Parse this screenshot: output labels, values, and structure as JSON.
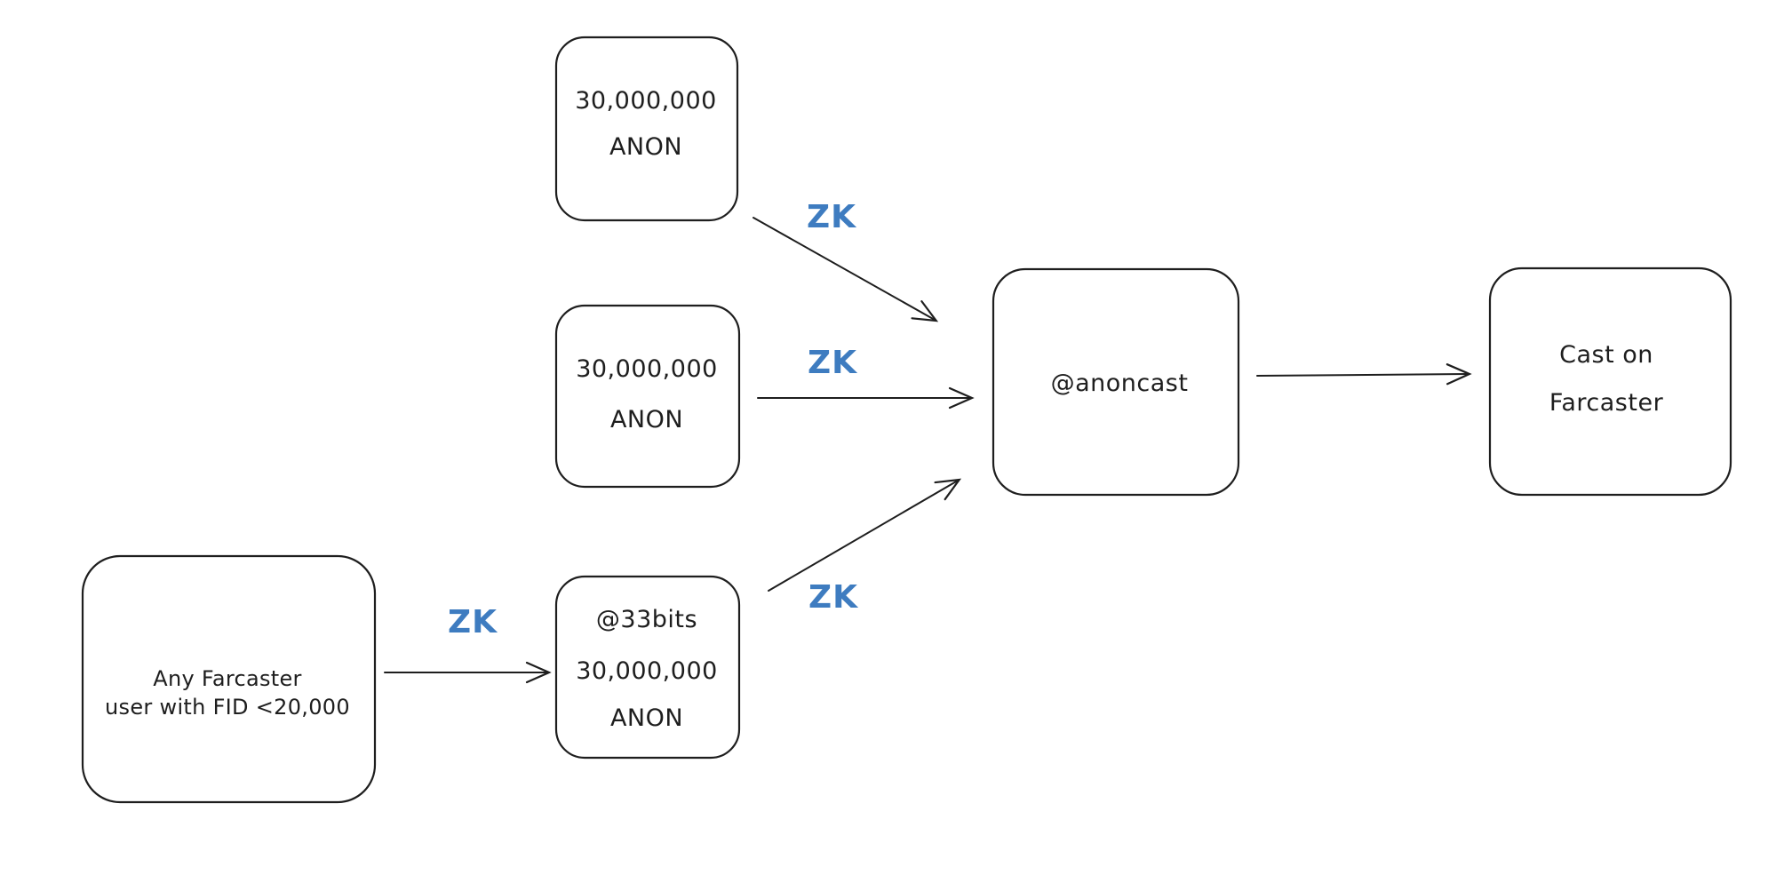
{
  "diagram": {
    "background_color": "#ffffff",
    "ink_color": "#1e1e1e",
    "zk_label_color": "#3e7cc0",
    "nodes": [
      {
        "id": "anon-supply-top",
        "lines": [
          "30,000,000",
          "ANON"
        ]
      },
      {
        "id": "anon-supply-middle",
        "lines": [
          "30,000,000",
          "ANON"
        ]
      },
      {
        "id": "farcaster-user",
        "lines": [
          "Any Farcaster",
          "user with FID <20,000"
        ]
      },
      {
        "id": "33bits-account",
        "lines": [
          "@33bits",
          "30,000,000",
          "ANON"
        ]
      },
      {
        "id": "anoncast-account",
        "lines": [
          "@anoncast"
        ]
      },
      {
        "id": "cast-on-farcaster",
        "lines": [
          "Cast on",
          "Farcaster"
        ]
      }
    ],
    "edges": [
      {
        "from": "anon-supply-top",
        "to": "anoncast-account",
        "label": "ZK"
      },
      {
        "from": "anon-supply-middle",
        "to": "anoncast-account",
        "label": "ZK"
      },
      {
        "from": "33bits-account",
        "to": "anoncast-account",
        "label": "ZK"
      },
      {
        "from": "farcaster-user",
        "to": "33bits-account",
        "label": "ZK"
      },
      {
        "from": "anoncast-account",
        "to": "cast-on-farcaster",
        "label": ""
      }
    ]
  }
}
